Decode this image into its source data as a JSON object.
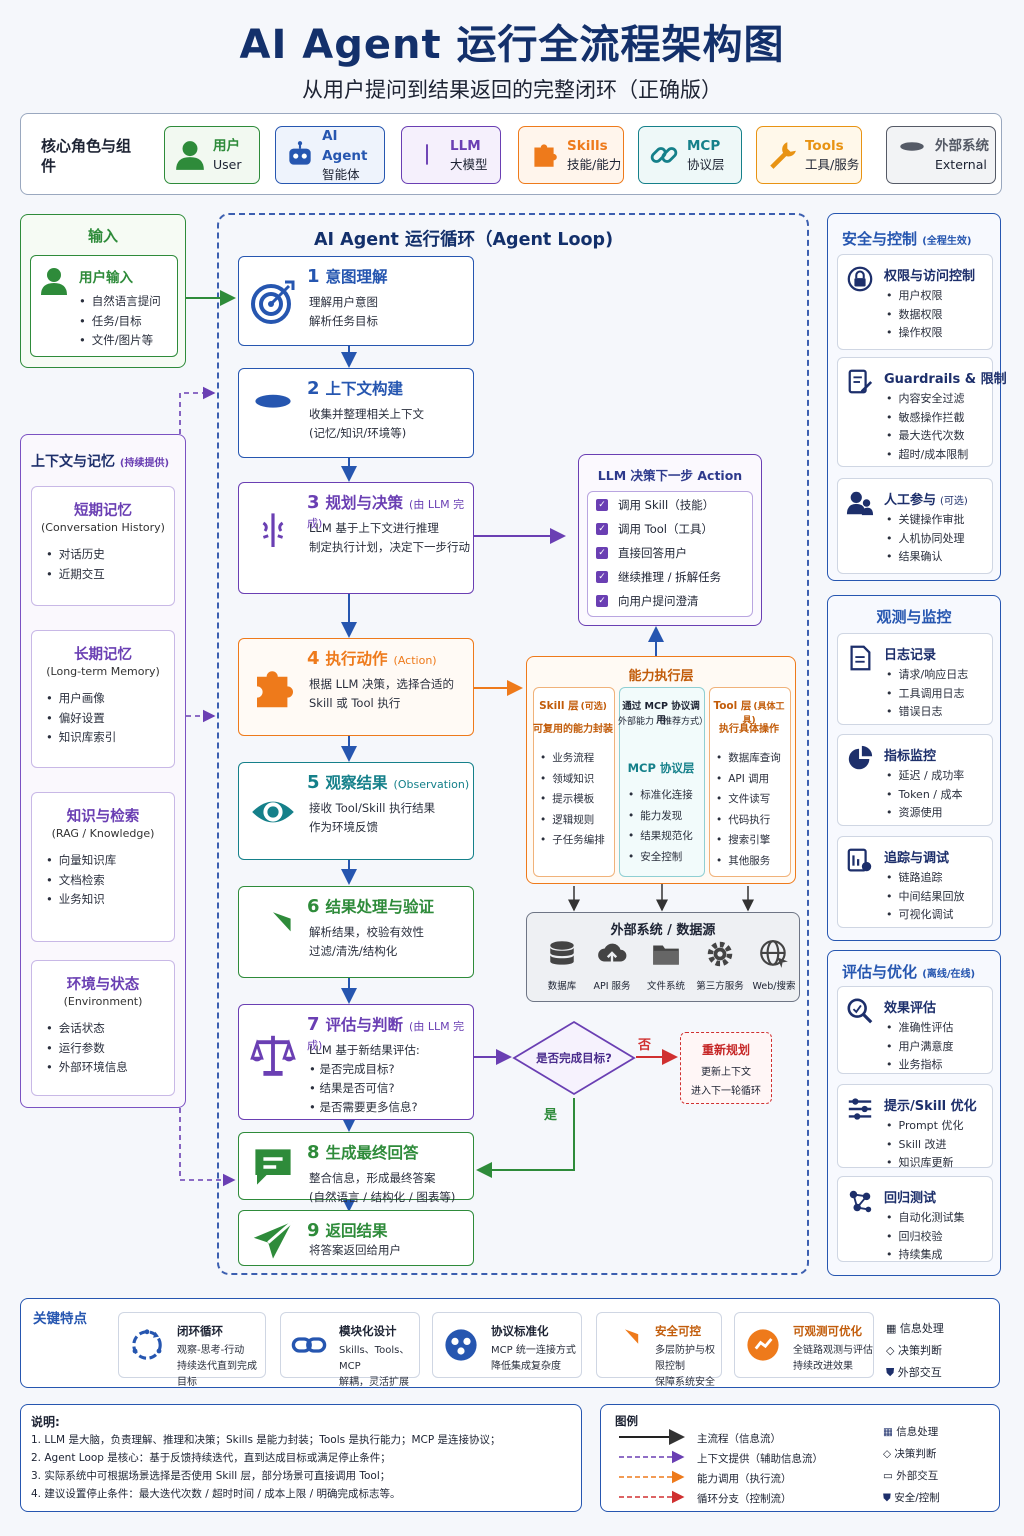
{
  "title": "AI Agent 运行全流程架构图",
  "subtitle": "从用户提问到结果返回的完整闭环（正确版）",
  "roles": {
    "label": "核心角色与组件",
    "items": [
      {
        "t1": "用户",
        "t2": "User",
        "color": "#2e8b3a"
      },
      {
        "t1": "AI Agent",
        "t2": "智能体",
        "color": "#2656b0"
      },
      {
        "t1": "LLM",
        "t2": "大模型",
        "color": "#6a3fb3"
      },
      {
        "t1": "Skills",
        "t2": "技能/能力",
        "color": "#ee7a1b"
      },
      {
        "t1": "MCP",
        "t2": "协议层",
        "color": "#15808a"
      },
      {
        "t1": "Tools",
        "t2": "工具/服务",
        "color": "#e89313"
      },
      {
        "t1": "外部系统",
        "t2": "External",
        "color": "#555a66"
      }
    ]
  },
  "input": {
    "title": "输入",
    "box_title": "用户输入",
    "items": [
      "自然语言提问",
      "任务/目标",
      "文件/图片等"
    ]
  },
  "memory": {
    "title": "上下文与记忆",
    "title_note": "(持续提供)",
    "cards": [
      {
        "title": "短期记忆",
        "sub": "(Conversation History)",
        "items": [
          "对话历史",
          "近期交互"
        ]
      },
      {
        "title": "长期记忆",
        "sub": "(Long-term Memory)",
        "items": [
          "用户画像",
          "偏好设置",
          "知识库索引"
        ]
      },
      {
        "title": "知识与检索",
        "sub": "(RAG / Knowledge)",
        "items": [
          "向量知识库",
          "文档检索",
          "业务知识"
        ]
      },
      {
        "title": "环境与状态",
        "sub": "(Environment)",
        "items": [
          "会话状态",
          "运行参数",
          "外部环境信息"
        ]
      }
    ]
  },
  "loop": {
    "title": "AI Agent 运行循环（Agent Loop)",
    "steps": [
      {
        "num": "1",
        "title": "意图理解",
        "note": "",
        "lines": [
          "理解用户意图",
          "解析任务目标"
        ]
      },
      {
        "num": "2",
        "title": "上下文构建",
        "note": "",
        "lines": [
          "收集并整理相关上下文",
          "(记忆/知识/环境等)"
        ]
      },
      {
        "num": "3",
        "title": "规划与决策",
        "note": "(由 LLM 完成)",
        "lines": [
          "LLM 基于上下文进行推理",
          "制定执行计划，决定下一步行动"
        ]
      },
      {
        "num": "4",
        "title": "执行动作",
        "note": "(Action)",
        "lines": [
          "根据 LLM 决策，选择合适的",
          "Skill 或 Tool 执行"
        ]
      },
      {
        "num": "5",
        "title": "观察结果",
        "note": "(Observation)",
        "lines": [
          "接收 Tool/Skill 执行结果",
          "作为环境反馈"
        ]
      },
      {
        "num": "6",
        "title": "结果处理与验证",
        "note": "",
        "lines": [
          "解析结果，校验有效性",
          "过滤/清洗/结构化"
        ]
      },
      {
        "num": "7",
        "title": "评估与判断",
        "note": "(由 LLM 完成)",
        "lines": [
          "LLM 基于新结果评估:",
          "• 是否完成目标?",
          "• 结果是否可信?",
          "• 是否需要更多信息?"
        ]
      },
      {
        "num": "8",
        "title": "生成最终回答",
        "note": "",
        "lines": [
          "整合信息，形成最终答案",
          "(自然语言 / 结构化 / 图表等)"
        ]
      },
      {
        "num": "9",
        "title": "返回结果",
        "note": "",
        "lines": [
          "将答案返回给用户"
        ]
      }
    ]
  },
  "decision_box": {
    "title": "LLM 决策下一步 Action",
    "items": [
      "调用 Skill（技能）",
      "调用 Tool（工具）",
      "直接回答用户",
      "继续推理 / 拆解任务",
      "向用户提问澄清"
    ]
  },
  "capability": {
    "title": "能力执行层",
    "skill": {
      "title": "Skill 层",
      "note": "(可选)",
      "sub": "可复用的能力封装",
      "items": [
        "业务流程",
        "领域知识",
        "提示模板",
        "逻辑规则",
        "子任务编排"
      ]
    },
    "mcp": {
      "top1": "通过 MCP 协议调用",
      "top2": "外部能力（推荐方式）",
      "title": "MCP 协议层",
      "items": [
        "标准化连接",
        "能力发现",
        "结果规范化",
        "安全控制"
      ]
    },
    "tool": {
      "title": "Tool 层",
      "note": "(具体工具)",
      "sub": "执行具体操作",
      "items": [
        "数据库查询",
        "API 调用",
        "文件读写",
        "代码执行",
        "搜索引擎",
        "其他服务"
      ]
    }
  },
  "external": {
    "title": "外部系统 / 数据源",
    "items": [
      "数据库",
      "API 服务",
      "文件系统",
      "第三方服务",
      "Web/搜索"
    ]
  },
  "judge": {
    "question": "是否完成目标?",
    "no": "否",
    "yes": "是",
    "replan_title": "重新规划",
    "replan_lines": [
      "更新上下文",
      "进入下一轮循环"
    ]
  },
  "security": {
    "title": "安全与控制",
    "note": "(全程生效)",
    "cards": [
      {
        "title": "权限与访问控制",
        "items": [
          "用户权限",
          "数据权限",
          "操作权限"
        ]
      },
      {
        "title": "Guardrails & 限制",
        "items": [
          "内容安全过滤",
          "敏感操作拦截",
          "最大迭代次数",
          "超时/成本限制"
        ]
      },
      {
        "title": "人工参与",
        "note": "(可选)",
        "items": [
          "关键操作审批",
          "人机协同处理",
          "结果确认"
        ]
      }
    ]
  },
  "observe": {
    "title": "观测与监控",
    "cards": [
      {
        "title": "日志记录",
        "items": [
          "请求/响应日志",
          "工具调用日志",
          "错误日志"
        ]
      },
      {
        "title": "指标监控",
        "items": [
          "延迟 / 成功率",
          "Token / 成本",
          "资源使用"
        ]
      },
      {
        "title": "追踪与调试",
        "items": [
          "链路追踪",
          "中间结果回放",
          "可视化调试"
        ]
      }
    ]
  },
  "evaluate": {
    "title": "评估与优化",
    "note": "(离线/在线)",
    "cards": [
      {
        "title": "效果评估",
        "items": [
          "准确性评估",
          "用户满意度",
          "业务指标"
        ]
      },
      {
        "title": "提示/Skill 优化",
        "items": [
          "Prompt 优化",
          "Skill 改进",
          "知识库更新"
        ]
      },
      {
        "title": "回归测试",
        "items": [
          "自动化测试集",
          "回归校验",
          "持续集成"
        ]
      }
    ]
  },
  "features": {
    "label": "关键特点",
    "items": [
      {
        "title": "闭环循环",
        "lines": [
          "观察-思考-行动",
          "持续迭代直到完成目标"
        ]
      },
      {
        "title": "模块化设计",
        "lines": [
          "Skills、Tools、MCP",
          "解耦，灵活扩展"
        ]
      },
      {
        "title": "协议标准化",
        "lines": [
          "MCP 统一连接方式",
          "降低集成复杂度"
        ]
      },
      {
        "title": "安全可控",
        "lines": [
          "多层防护与权限控制",
          "保障系统安全"
        ]
      },
      {
        "title": "可观测可优化",
        "lines": [
          "全链路观测与评估",
          "持续改进效果"
        ]
      }
    ],
    "legend": [
      "信息处理",
      "决策判断",
      "外部交互"
    ]
  },
  "notes": {
    "title": "说明:",
    "lines": [
      "1. LLM 是大脑，负责理解、推理和决策；Skills 是能力封装；Tools 是执行能力；MCP 是连接协议；",
      "2. Agent Loop 是核心：基于反馈持续迭代，直到达成目标或满足停止条件；",
      "3. 实际系统中可根据场景选择是否使用 Skill 层，部分场景可直接调用 Tool；",
      "4. 建议设置停止条件：最大迭代次数 / 超时时间 / 成本上限 / 明确完成标志等。"
    ]
  },
  "legend": {
    "title": "图例",
    "lines": [
      "主流程（信息流）",
      "上下文提供（辅助信息流）",
      "能力调用（执行流）",
      "循环分支（控制流）"
    ],
    "icons": [
      "信息处理",
      "决策判断",
      "外部交互",
      "安全/控制"
    ]
  }
}
